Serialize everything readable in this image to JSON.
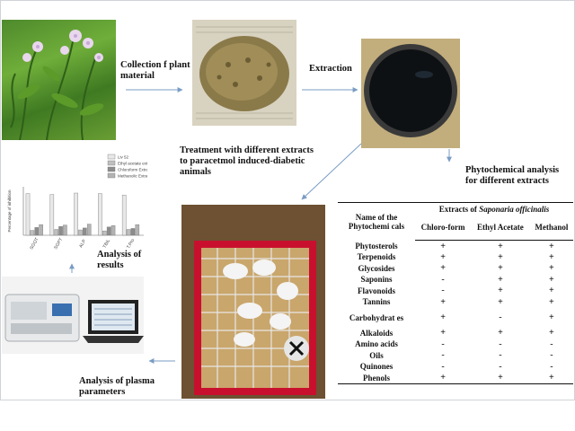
{
  "captions": {
    "collection": "Collection f plant material",
    "extraction": "Extraction",
    "treatment": "Treatment with different extracts to paracetmol induced-diabetic animals",
    "phyto_analysis": "Phytochemical analysis for different extracts",
    "analysis_results": "Analysis of results",
    "analysis_plasma": "Analysis of plasma parameters"
  },
  "table": {
    "name_header": "Name of the Phytochemi cals",
    "extracts_header_prefix": "Extracts of",
    "extracts_header_species": "Saponaria officinalis",
    "columns": [
      "Chloro-form",
      "Ethyl Acetate",
      "Methanol"
    ],
    "rows": [
      {
        "name": "Phytosterols",
        "values": [
          "+",
          "+",
          "+"
        ]
      },
      {
        "name": "Terpenoids",
        "values": [
          "+",
          "+",
          "+"
        ]
      },
      {
        "name": "Glycosides",
        "values": [
          "+",
          "+",
          "+"
        ]
      },
      {
        "name": "Saponins",
        "values": [
          "-",
          "+",
          "+"
        ]
      },
      {
        "name": "Flavonoids",
        "values": [
          "-",
          "+",
          "+"
        ]
      },
      {
        "name": "Tannins",
        "values": [
          "+",
          "+",
          "+"
        ]
      },
      {
        "name": "Carbohydrat es",
        "values": [
          "+",
          "-",
          "+"
        ]
      },
      {
        "name": "Alkaloids",
        "values": [
          "+",
          "+",
          "+"
        ]
      },
      {
        "name": "Amino acids",
        "values": [
          "-",
          "-",
          "-"
        ]
      },
      {
        "name": "Oils",
        "values": [
          "-",
          "-",
          "-"
        ]
      },
      {
        "name": "Quinones",
        "values": [
          "-",
          "-",
          "-"
        ]
      },
      {
        "name": "Phenols",
        "values": [
          "+",
          "+",
          "+"
        ]
      }
    ]
  },
  "chart_data": {
    "type": "bar",
    "ylabel": "Percentage of inhibition",
    "categories": [
      "SGOT",
      "SGPT",
      "ALP",
      "TBIL",
      "T.Pro"
    ],
    "series": [
      {
        "name": "Liv 52",
        "color": "#e8e8e8",
        "values": [
          86,
          84,
          87,
          86,
          83
        ]
      },
      {
        "name": "Ethyl acetate extract",
        "color": "#bfbfbf",
        "values": [
          10,
          12,
          11,
          9,
          12
        ]
      },
      {
        "name": "Chloroform Extract",
        "color": "#8c8c8c",
        "values": [
          16,
          18,
          15,
          17,
          14
        ]
      },
      {
        "name": "Methanolic Extract",
        "color": "#b3b3b3",
        "values": [
          22,
          21,
          23,
          20,
          22
        ]
      }
    ],
    "ylim": [
      0,
      100
    ],
    "legend": "top"
  }
}
